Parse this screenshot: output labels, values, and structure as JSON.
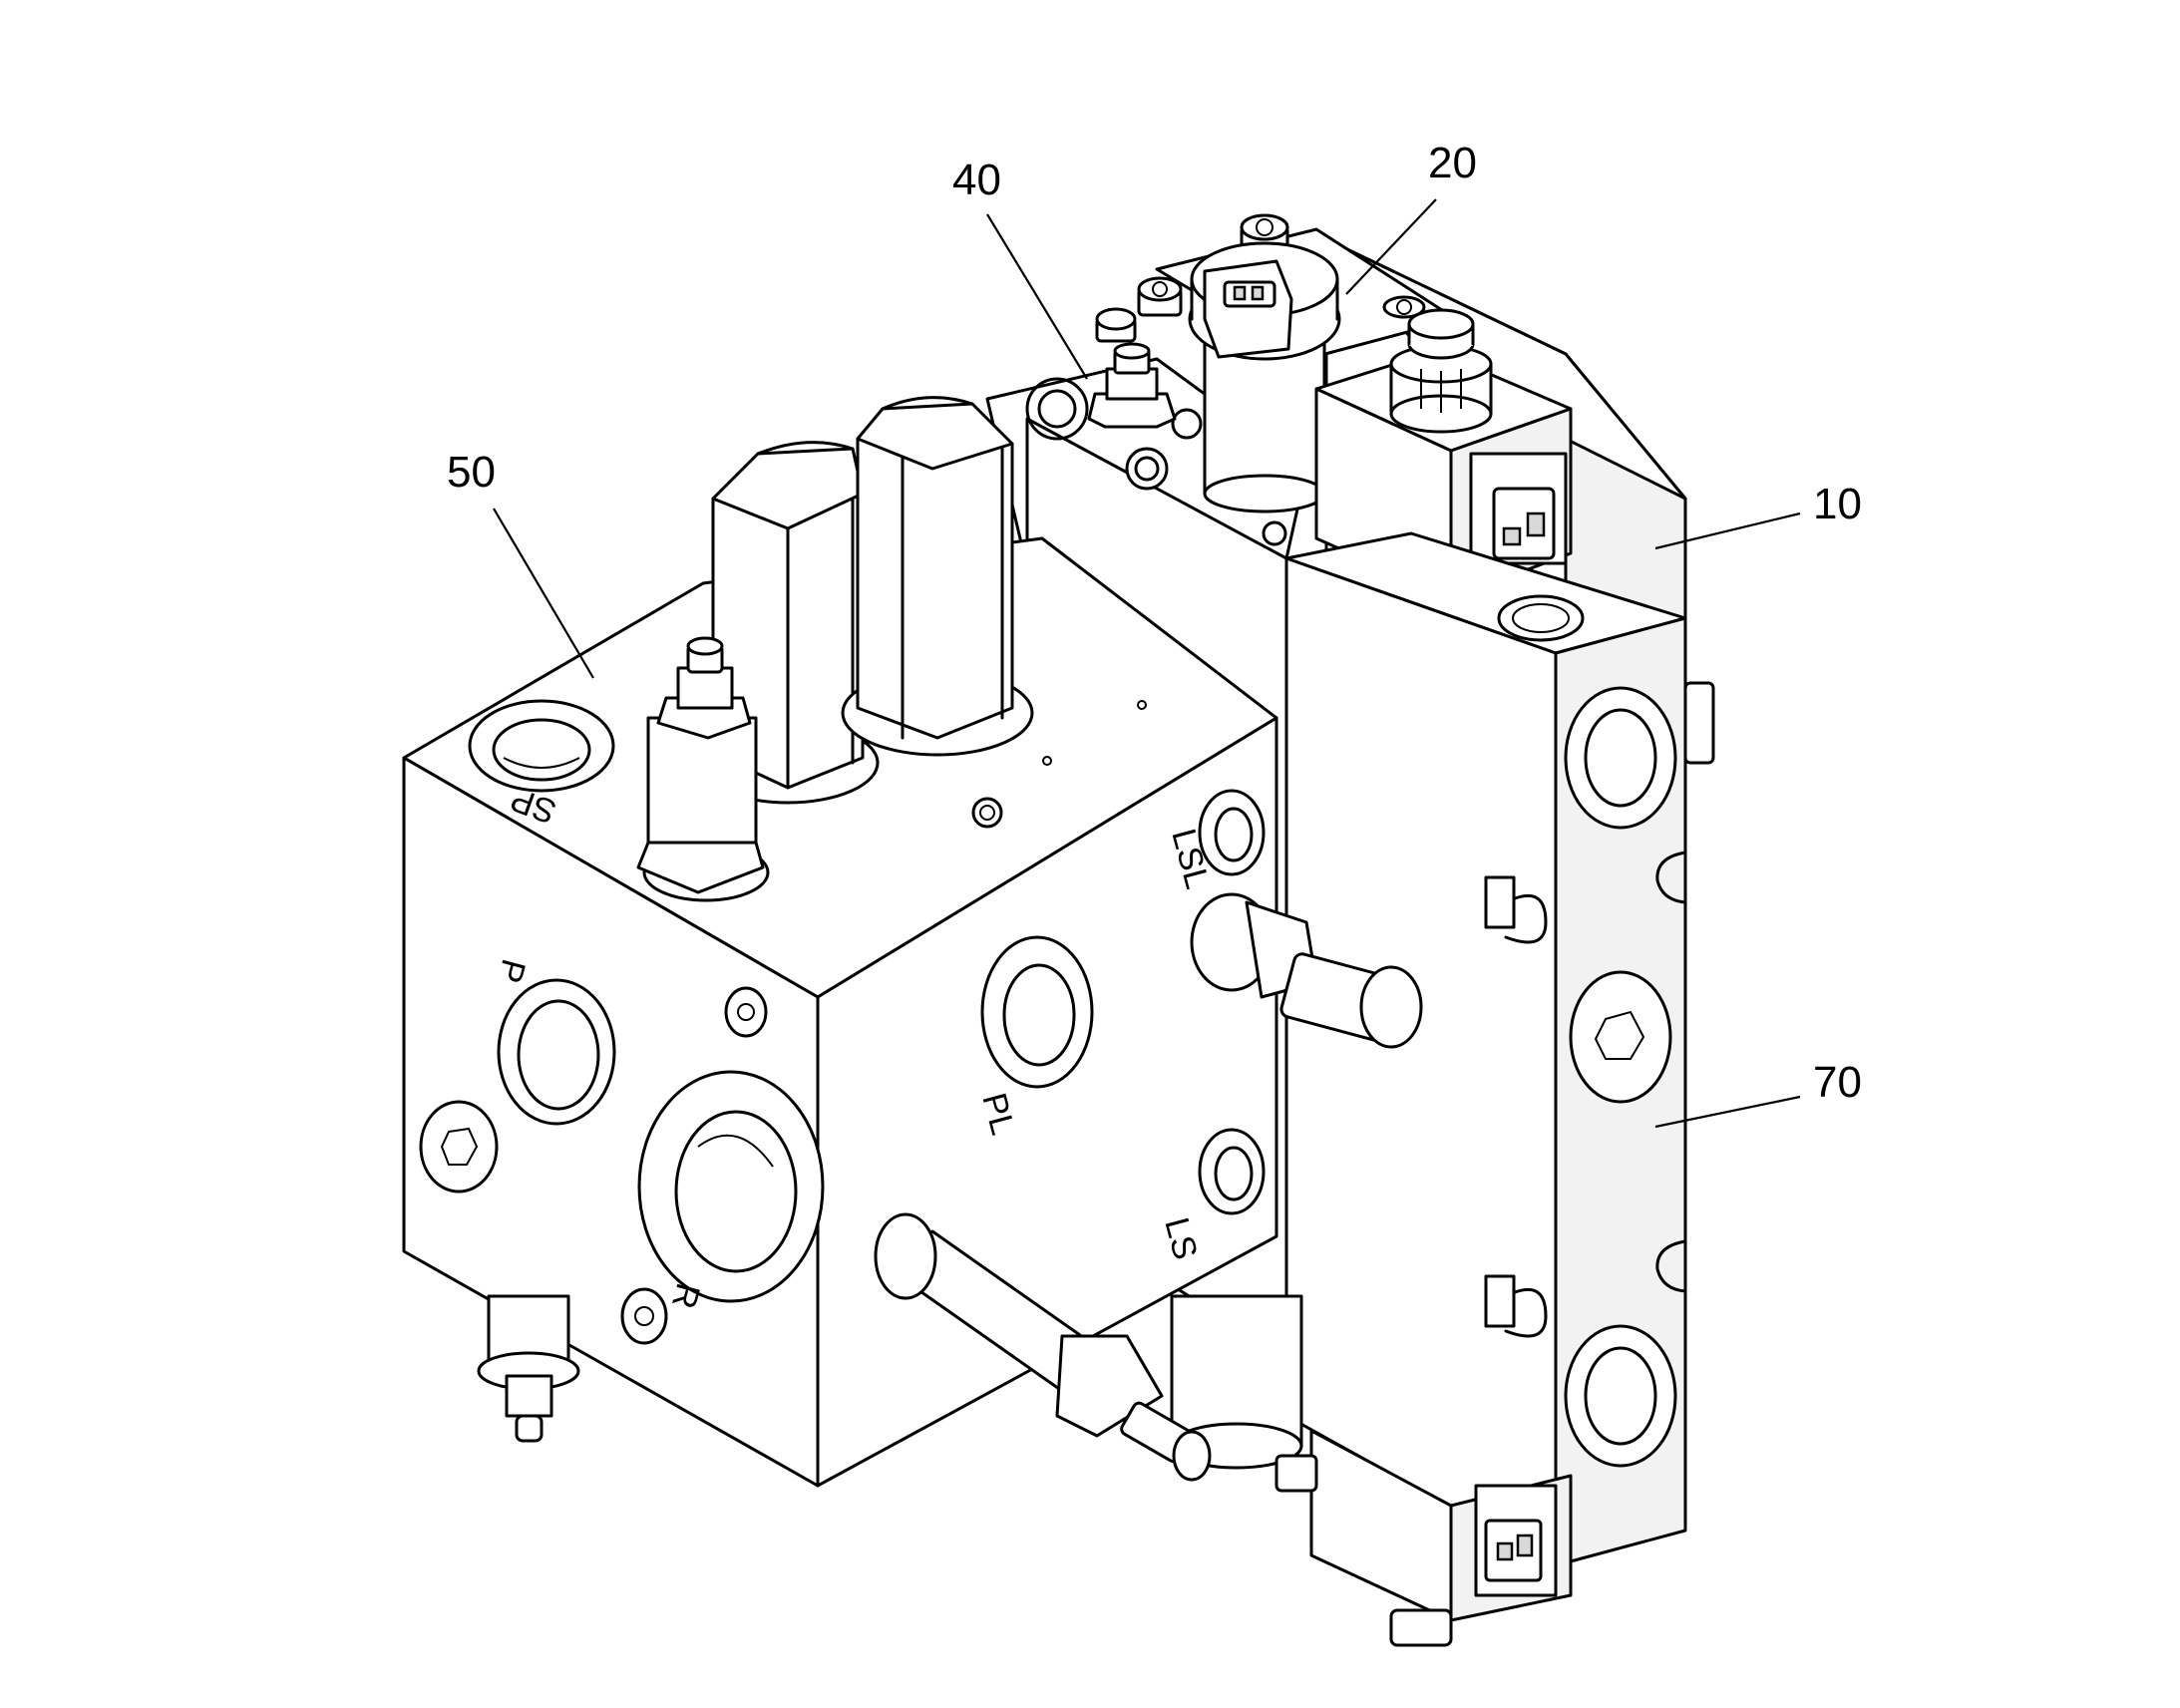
{
  "callouts": {
    "c10": "10",
    "c20": "20",
    "c40": "40",
    "c50": "50",
    "c70": "70"
  },
  "ports": {
    "p": "P",
    "r": "R",
    "sp": "SP",
    "pl": "PL",
    "lsl": "LSL",
    "ls": "LS"
  },
  "colors": {
    "line": "#000000",
    "background": "#ffffff"
  }
}
